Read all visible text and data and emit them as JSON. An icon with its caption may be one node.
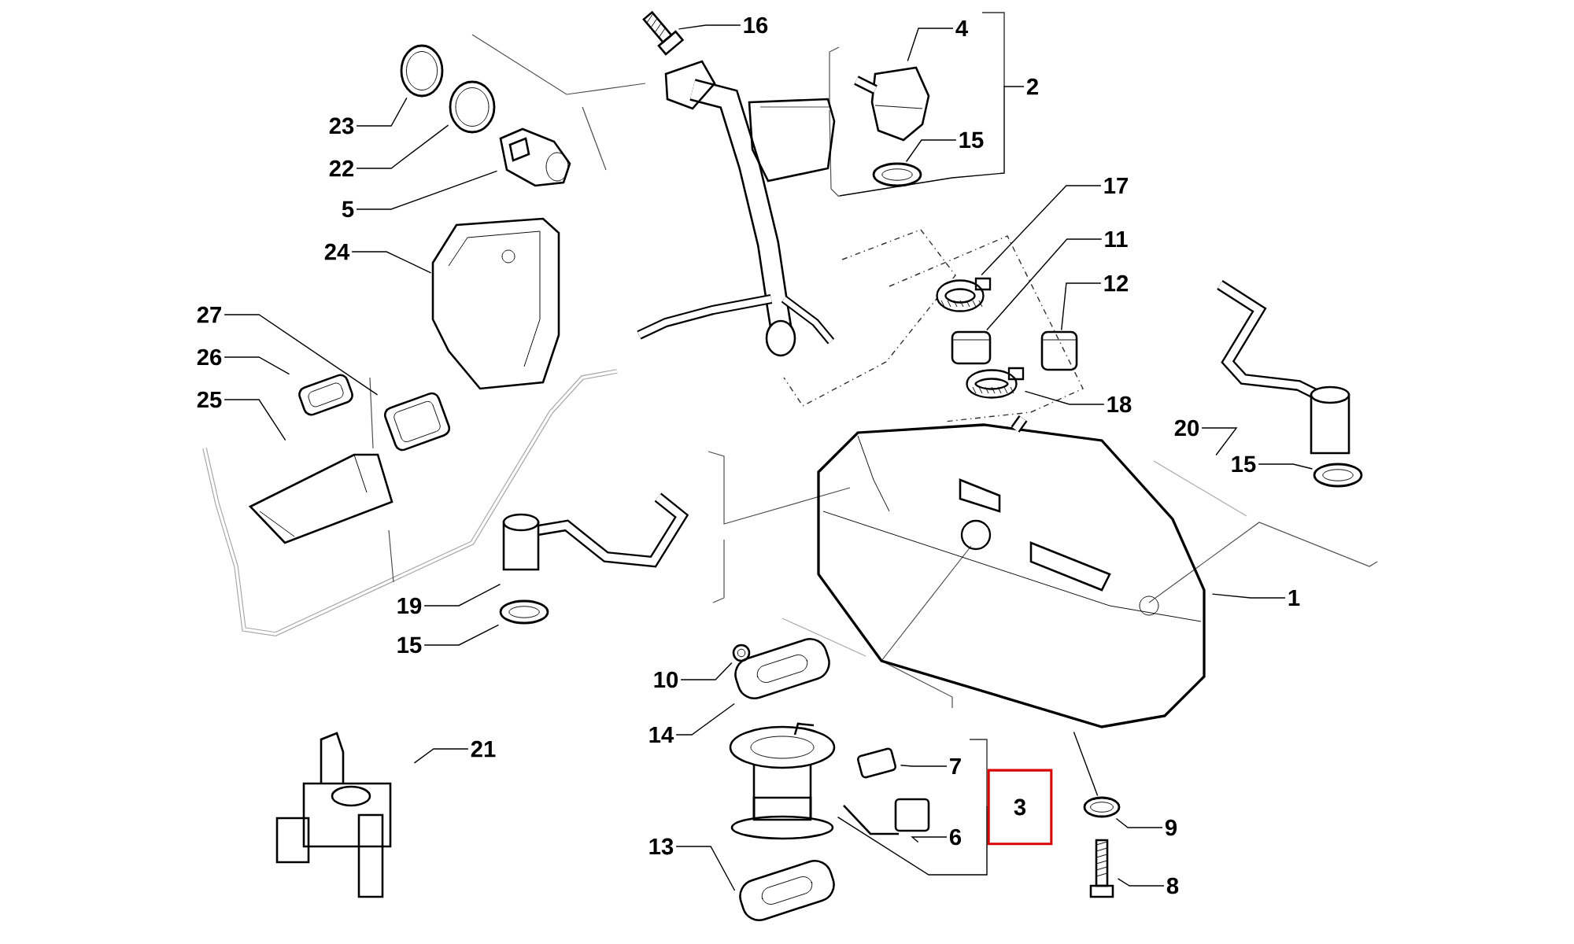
{
  "diagram": {
    "nodes": [
      {
        "text": [
          "16"
        ]
      },
      {
        "text": [],
        "shape": "picture"
      },
      {
        "text": [
          "4"
        ]
      },
      {
        "text": [],
        "shape": "picture"
      },
      {
        "text": [
          "2"
        ]
      },
      {
        "text": [
          "15"
        ]
      },
      {
        "text": [],
        "shape": "picture"
      },
      {
        "text": [
          "23"
        ]
      },
      {
        "text": [],
        "shape": "picture"
      },
      {
        "text": [
          "22"
        ]
      },
      {
        "text": [],
        "shape": "picture"
      },
      {
        "text": [
          "5"
        ]
      },
      {
        "text": [],
        "shape": "picture"
      },
      {
        "text": [],
        "shape": "picture"
      },
      {
        "text": [
          "17"
        ]
      },
      {
        "text": [],
        "shape": "picture"
      },
      {
        "text": [
          "11"
        ]
      },
      {
        "text": [],
        "shape": "picture"
      },
      {
        "text": [
          "12"
        ]
      },
      {
        "text": [],
        "shape": "picture"
      },
      {
        "text": [
          "24"
        ]
      },
      {
        "text": [],
        "shape": "picture"
      },
      {
        "text": [
          "27"
        ]
      },
      {
        "text": [],
        "shape": "picture"
      },
      {
        "text": [
          "26"
        ]
      },
      {
        "text": [],
        "shape": "picture"
      },
      {
        "text": [
          "18"
        ]
      },
      {
        "text": [],
        "shape": "picture"
      },
      {
        "text": [
          "20"
        ]
      },
      {
        "text": [],
        "shape": "picture"
      },
      {
        "text": [
          "25"
        ]
      },
      {
        "text": [],
        "shape": "picture"
      },
      {
        "text": [
          "15"
        ]
      },
      {
        "text": [],
        "shape": "picture"
      },
      {
        "text": [
          "1"
        ]
      },
      {
        "text": [],
        "shape": "picture"
      },
      {
        "text": [
          "19"
        ]
      },
      {
        "text": [],
        "shape": "picture"
      },
      {
        "text": [
          "15"
        ]
      },
      {
        "text": [],
        "shape": "picture"
      },
      {
        "text": [
          "10"
        ]
      },
      {
        "text": [],
        "shape": "picture"
      },
      {
        "text": [
          "14"
        ]
      },
      {
        "text": [],
        "shape": "picture"
      },
      {
        "text": [
          "21"
        ]
      },
      {
        "text": [],
        "shape": "picture"
      },
      {
        "text": [
          "7"
        ]
      },
      {
        "text": [],
        "shape": "picture"
      },
      {
        "text": [
          "3"
        ]
      },
      {
        "text": [],
        "shape": "picture"
      },
      {
        "text": [
          "6"
        ]
      },
      {
        "text": [],
        "shape": "picture"
      },
      {
        "text": [
          "9"
        ]
      },
      {
        "text": [],
        "shape": "picture"
      },
      {
        "text": [
          "13"
        ]
      },
      {
        "text": [],
        "shape": "picture"
      },
      {
        "text": [
          "8"
        ]
      },
      {
        "text": [],
        "shape": "picture"
      }
    ],
    "edges": [
      {
        "from": 0,
        "to": 1,
        "arrow": "none"
      },
      {
        "from": 2,
        "to": 3,
        "arrow": "none"
      },
      {
        "from": 4,
        "to": 13,
        "arrow": "none"
      },
      {
        "from": 5,
        "to": 6,
        "arrow": "none"
      },
      {
        "from": 7,
        "to": 8,
        "arrow": "none"
      },
      {
        "from": 9,
        "to": 10,
        "arrow": "none"
      },
      {
        "from": 11,
        "to": 12,
        "arrow": "none"
      },
      {
        "from": 14,
        "to": 15,
        "arrow": "none"
      },
      {
        "from": 16,
        "to": 17,
        "arrow": "none"
      },
      {
        "from": 18,
        "to": 19,
        "arrow": "none"
      },
      {
        "from": 20,
        "to": 21,
        "arrow": "none"
      },
      {
        "from": 22,
        "to": 23,
        "arrow": "none"
      },
      {
        "from": 24,
        "to": 25,
        "arrow": "none"
      },
      {
        "from": 26,
        "to": 27,
        "arrow": "none"
      },
      {
        "from": 28,
        "to": 29,
        "arrow": "none"
      },
      {
        "from": 30,
        "to": 31,
        "arrow": "none"
      },
      {
        "from": 32,
        "to": 33,
        "arrow": "none"
      },
      {
        "from": 34,
        "to": 35,
        "arrow": "none"
      },
      {
        "from": 36,
        "to": 37,
        "arrow": "none"
      },
      {
        "from": 38,
        "to": 39,
        "arrow": "none"
      },
      {
        "from": 40,
        "to": 41,
        "arrow": "none"
      },
      {
        "from": 42,
        "to": 43,
        "arrow": "none"
      },
      {
        "from": 44,
        "to": 45,
        "arrow": "none"
      },
      {
        "from": 46,
        "to": 47,
        "arrow": "none"
      },
      {
        "from": 48,
        "to": 49,
        "arrow": "none"
      },
      {
        "from": 50,
        "to": 51,
        "arrow": "none"
      },
      {
        "from": 52,
        "to": 53,
        "arrow": "none"
      },
      {
        "from": 54,
        "to": 55,
        "arrow": "none"
      },
      {
        "from": 56,
        "to": 57,
        "arrow": "none"
      },
      {
        "from": 35,
        "to": 53,
        "arrow": "none"
      }
    ]
  }
}
